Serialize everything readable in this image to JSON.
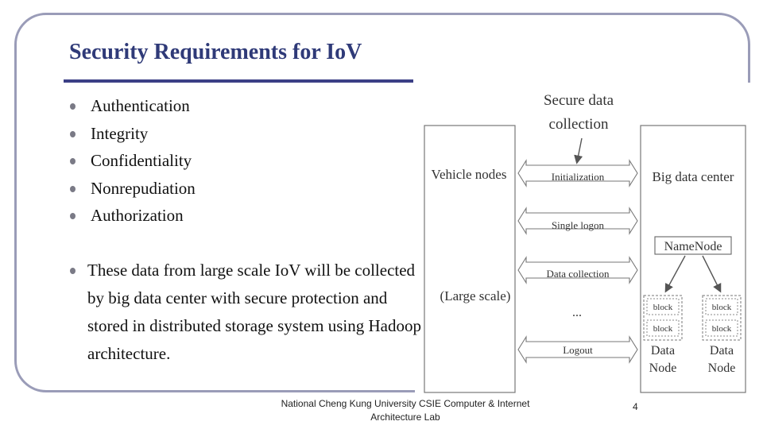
{
  "slide": {
    "title": "Security Requirements for IoV",
    "bullets": [
      "Authentication",
      "Integrity",
      "Confidentiality",
      "Nonrepudiation",
      "Authorization"
    ],
    "paragraph": "These data from large scale IoV will be collected by big data center with secure protection and stored in distributed storage system using Hadoop architecture."
  },
  "footer": {
    "line1": "National Cheng Kung University CSIE Computer & Internet",
    "line2": "Architecture Lab",
    "page_number": "4"
  },
  "diagram": {
    "secure_label_1": "Secure data",
    "secure_label_2": "collection",
    "vehicle_nodes": "Vehicle nodes",
    "large_scale": "(Large scale)",
    "big_data_center": "Big data center",
    "namenode": "NameNode",
    "arrows": [
      "Initialization",
      "Single logon",
      "Data collection",
      "...",
      "Logout"
    ],
    "block": "block",
    "data_node_1": "Data",
    "data_node_2": "Node"
  },
  "colors": {
    "title": "#2f3a78",
    "frame": "#9a9cb8",
    "rule": "#3b3f86"
  }
}
